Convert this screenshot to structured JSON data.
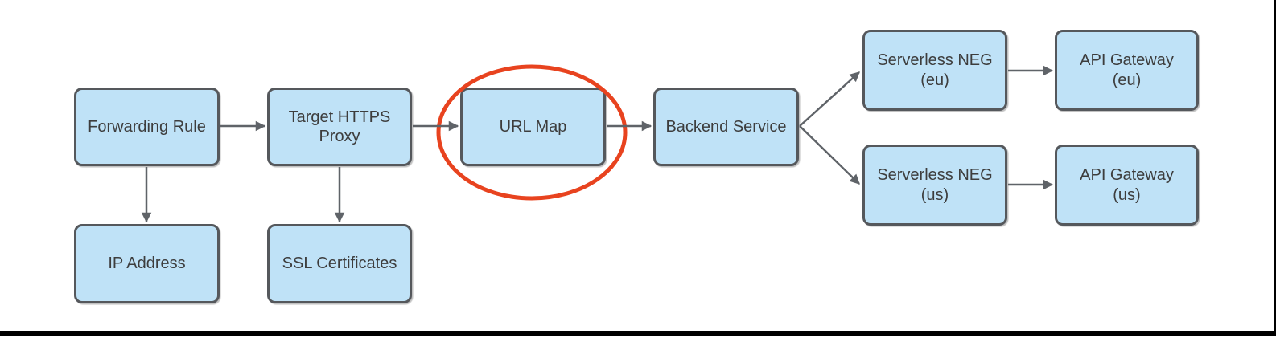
{
  "diagram": {
    "description": "Load balancer architecture flow diagram with URL Map circled",
    "nodes": {
      "forwarding_rule": {
        "label": "Forwarding Rule"
      },
      "ip_address": {
        "label": "IP Address"
      },
      "target_https_proxy": {
        "lines": [
          "Target HTTPS",
          "Proxy"
        ]
      },
      "ssl_certificates": {
        "label": "SSL Certificates"
      },
      "url_map": {
        "label": "URL Map",
        "highlighted": true
      },
      "backend_service": {
        "label": "Backend Service"
      },
      "serverless_neg_eu": {
        "lines": [
          "Serverless NEG",
          "(eu)"
        ]
      },
      "api_gateway_eu": {
        "lines": [
          "API Gateway",
          "(eu)"
        ]
      },
      "serverless_neg_us": {
        "lines": [
          "Serverless NEG",
          "(us)"
        ]
      },
      "api_gateway_us": {
        "lines": [
          "API Gateway",
          "(us)"
        ]
      }
    },
    "edges": [
      {
        "from": "forwarding_rule",
        "to": "target_https_proxy"
      },
      {
        "from": "forwarding_rule",
        "to": "ip_address"
      },
      {
        "from": "target_https_proxy",
        "to": "url_map"
      },
      {
        "from": "target_https_proxy",
        "to": "ssl_certificates"
      },
      {
        "from": "url_map",
        "to": "backend_service"
      },
      {
        "from": "backend_service",
        "to": "serverless_neg_eu"
      },
      {
        "from": "backend_service",
        "to": "serverless_neg_us"
      },
      {
        "from": "serverless_neg_eu",
        "to": "api_gateway_eu"
      },
      {
        "from": "serverless_neg_us",
        "to": "api_gateway_us"
      }
    ],
    "annotation": {
      "shape": "ellipse",
      "target": "url_map",
      "color": "#E8431F"
    },
    "colors": {
      "background": "#FFFFFF",
      "node_fill": "#BFE2F7",
      "node_border": "#55585C",
      "arrow": "#5F6368",
      "text": "#3D3D3D",
      "highlight": "#E8431F",
      "frame": "#000000"
    }
  }
}
